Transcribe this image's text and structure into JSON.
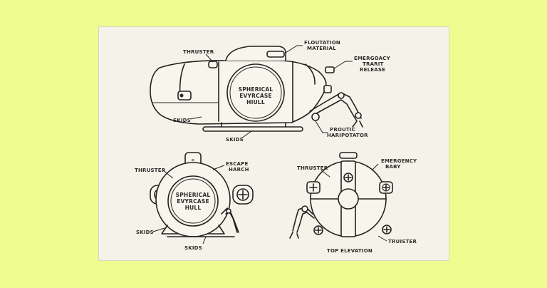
{
  "labels": {
    "side": {
      "thruster": "THRUSTER",
      "flotation_1": "FLOUTATION",
      "flotation_2": "MATERIAL",
      "emergency_1": "EMERGOACY",
      "emergency_2": "TRARIT",
      "emergency_3": "RELEASE",
      "hull_1": "SPHERICAL",
      "hull_2": "EVYRCASE",
      "hull_3": "HIULL",
      "skids_left": "SKIDS",
      "skids_bottom": "SKIDS",
      "manip_1": "PROUTIC",
      "manip_2": "HARIPOTATOR"
    },
    "front": {
      "thruster": "THRUSTER",
      "escape_1": "ESCAPE",
      "escape_2": "HARCH",
      "hull_1": "SPHERICAL",
      "hull_2": "EVYRCASE",
      "hull_3": "HULL",
      "skids_left": "SKIDS",
      "skids_bottom": "SKIDS"
    },
    "top": {
      "thruster": "THRUSTER",
      "emergency_1": "EMERGENCY",
      "emergency_2": "BABY",
      "truister": "TRUISTER",
      "caption": "TOP ELEVATION"
    }
  }
}
